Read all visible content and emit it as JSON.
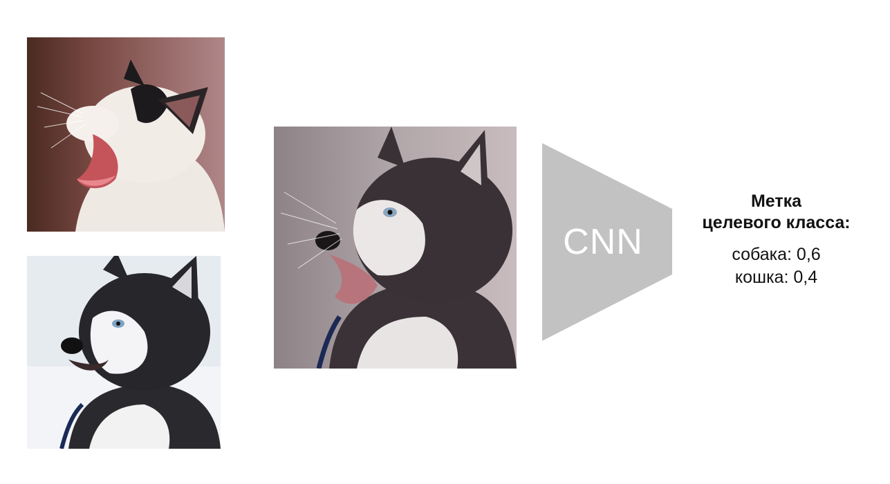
{
  "photos": {
    "cat": {
      "subject": "yawning black-and-white kitten"
    },
    "husky": {
      "subject": "husky dog baring teeth in snow"
    },
    "mixed": {
      "subject": "blended image of husky and kitten"
    }
  },
  "network": {
    "label": "CNN"
  },
  "target_label": {
    "title_line1": "Метка",
    "title_line2": "целевого класса:",
    "scores": [
      {
        "text": "собака: 0,6"
      },
      {
        "text": "кошка: 0,4"
      }
    ]
  },
  "colors": {
    "cnn_fill": "#c2c2c2",
    "cnn_text": "#ffffff",
    "text": "#111111"
  }
}
